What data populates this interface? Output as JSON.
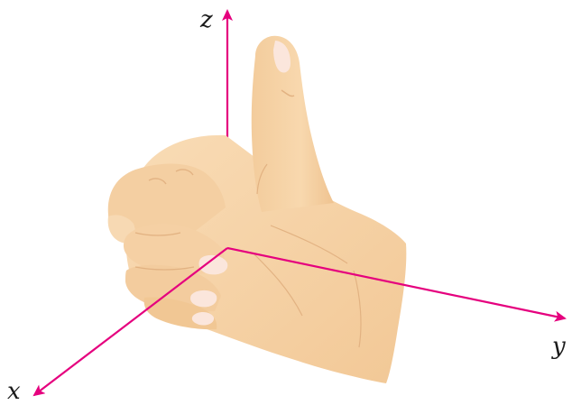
{
  "diagram": {
    "axes": {
      "z": {
        "label": "z"
      },
      "y": {
        "label": "y"
      },
      "x": {
        "label": "x"
      }
    },
    "colors": {
      "axis": "#e5007e",
      "skin": "#f6d2a6",
      "skin_shadow": "#e7b88a",
      "skin_highlight": "#fbe3c3",
      "nail": "#fbe6dc",
      "outline_soft": "#e2b282",
      "label": "#1a1a1a"
    },
    "icons": {
      "hand": "thumbs-up-hand-icon"
    }
  }
}
